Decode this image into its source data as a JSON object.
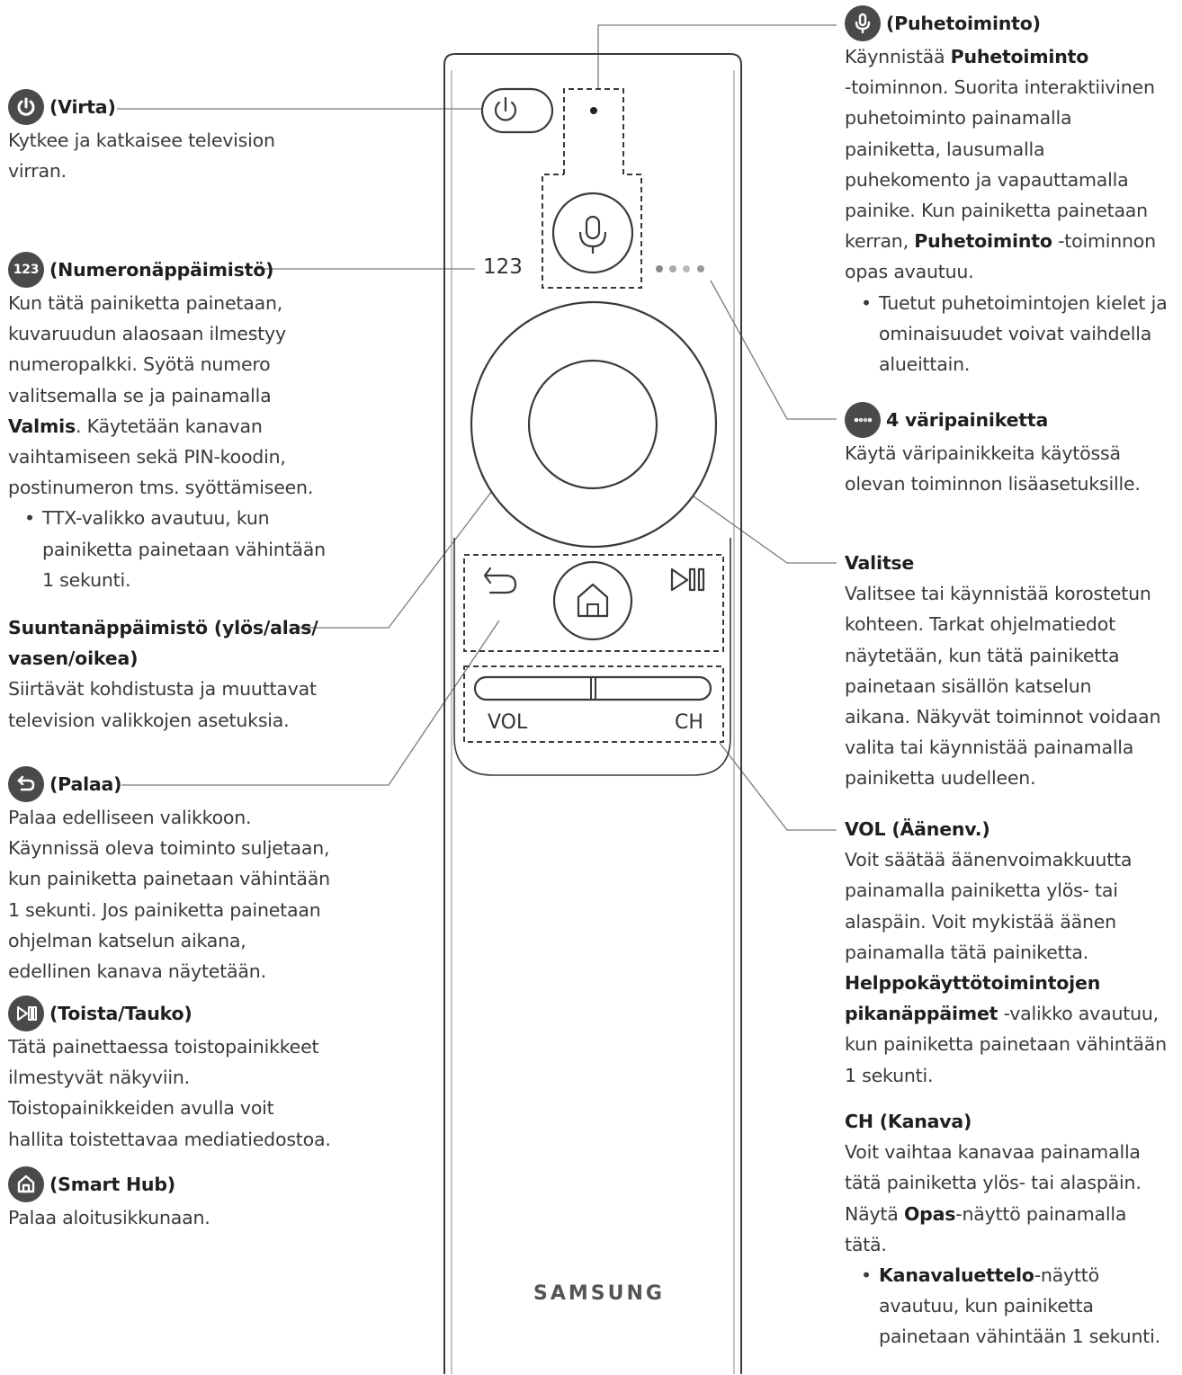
{
  "remote": {
    "label_123": "123",
    "label_vol": "VOL",
    "label_ch": "CH",
    "brand": "SAMSUNG"
  },
  "left": {
    "power": {
      "icon": "power-icon",
      "title": "(Virta)",
      "lines": [
        "Kytkee ja katkaisee television",
        "virran."
      ]
    },
    "numpad": {
      "icon": "number-pad-icon",
      "icon_text": "123",
      "title": "(Numeronäppäimistö)",
      "lines": [
        "Kun tätä painiketta painetaan,",
        "kuvaruudun alaosaan ilmestyy",
        "numeropalkki. Syötä numero",
        "valitsemalla se ja painamalla"
      ],
      "bold_word": "Valmis",
      "after_bold": ". Käytetään kanavan",
      "lines2": [
        "vaihtamiseen sekä PIN-koodin,",
        "postinumeron tms. syöttämiseen."
      ],
      "bullet": [
        "TTX-valikko avautuu, kun",
        "painiketta painetaan vähintään",
        "1 sekunti."
      ]
    },
    "directional": {
      "title_lines": [
        "Suuntanäppäimistö (ylös/alas/",
        "vasen/oikea)"
      ],
      "lines": [
        "Siirtävät kohdistusta ja muuttavat",
        "television valikkojen asetuksia."
      ]
    },
    "back": {
      "icon": "return-icon",
      "title": "(Palaa)",
      "lines": [
        "Palaa edelliseen valikkoon.",
        "Käynnissä oleva toiminto suljetaan,",
        "kun painiketta painetaan vähintään",
        "1 sekunti. Jos painiketta painetaan",
        "ohjelman katselun aikana,",
        "edellinen kanava näytetään."
      ]
    },
    "playpause": {
      "icon": "play-pause-icon",
      "title": "(Toista/Tauko)",
      "lines": [
        "Tätä painettaessa toistopainikkeet",
        "ilmestyvät näkyviin.",
        "Toistopainikkeiden avulla voit",
        "hallita toistettavaa mediatiedostoa."
      ]
    },
    "smarthub": {
      "icon": "home-icon",
      "title": "(Smart Hub)",
      "lines": [
        "Palaa aloitusikkunaan."
      ]
    }
  },
  "right": {
    "voice": {
      "icon": "microphone-icon",
      "title": "(Puhetoiminto)",
      "l1_pre": "Käynnistää ",
      "l1_bold": "Puhetoiminto",
      "lines": [
        "-toiminnon. Suorita interaktiivinen",
        "puhetoiminto painamalla",
        "painiketta, lausumalla",
        "puhekomento ja vapauttamalla",
        "painike. Kun painiketta painetaan"
      ],
      "l7_pre": "kerran, ",
      "l7_bold": "Puhetoiminto",
      "l7_post": " -toiminnon",
      "l8": "opas avautuu.",
      "bullet": [
        "Tuetut puhetoimintojen kielet ja",
        "ominaisuudet voivat vaihdella",
        "alueittain."
      ]
    },
    "color": {
      "icon": "color-buttons-icon",
      "title": "4 väripainiketta",
      "lines": [
        "Käytä väripainikkeita käytössä",
        "olevan toiminnon lisäasetuksille."
      ]
    },
    "select": {
      "title": "Valitse",
      "lines": [
        "Valitsee tai käynnistää korostetun",
        "kohteen. Tarkat ohjelmatiedot",
        "näytetään, kun tätä painiketta",
        "painetaan sisällön katselun",
        "aikana. Näkyvät toiminnot voidaan",
        "valita tai käynnistää painamalla",
        "painiketta uudelleen."
      ]
    },
    "vol": {
      "title": "VOL (Äänenv.)",
      "lines": [
        "Voit säätää äänenvoimakkuutta",
        "painamalla painiketta ylös- tai",
        "alaspäin. Voit mykistää äänen",
        "painamalla tätä painiketta."
      ],
      "bold1": "Helppokäyttötoimintojen",
      "bold2": "pikanäppäimet",
      "after_bold2": " -valikko avautuu,",
      "lines2": [
        "kun painiketta painetaan vähintään",
        "1 sekunti."
      ]
    },
    "ch": {
      "title": "CH (Kanava)",
      "lines": [
        "Voit vaihtaa kanavaa painamalla",
        "tätä painiketta ylös- tai alaspäin."
      ],
      "l3_pre": "Näytä ",
      "l3_bold": "Opas",
      "l3_post": "-näyttö painamalla",
      "l4": "tätä.",
      "bullet_bold": "Kanavaluettelo",
      "bullet_after": "-näyttö",
      "bullet_lines": [
        "avautuu, kun painiketta",
        "painetaan vähintään 1 sekunti."
      ]
    }
  }
}
